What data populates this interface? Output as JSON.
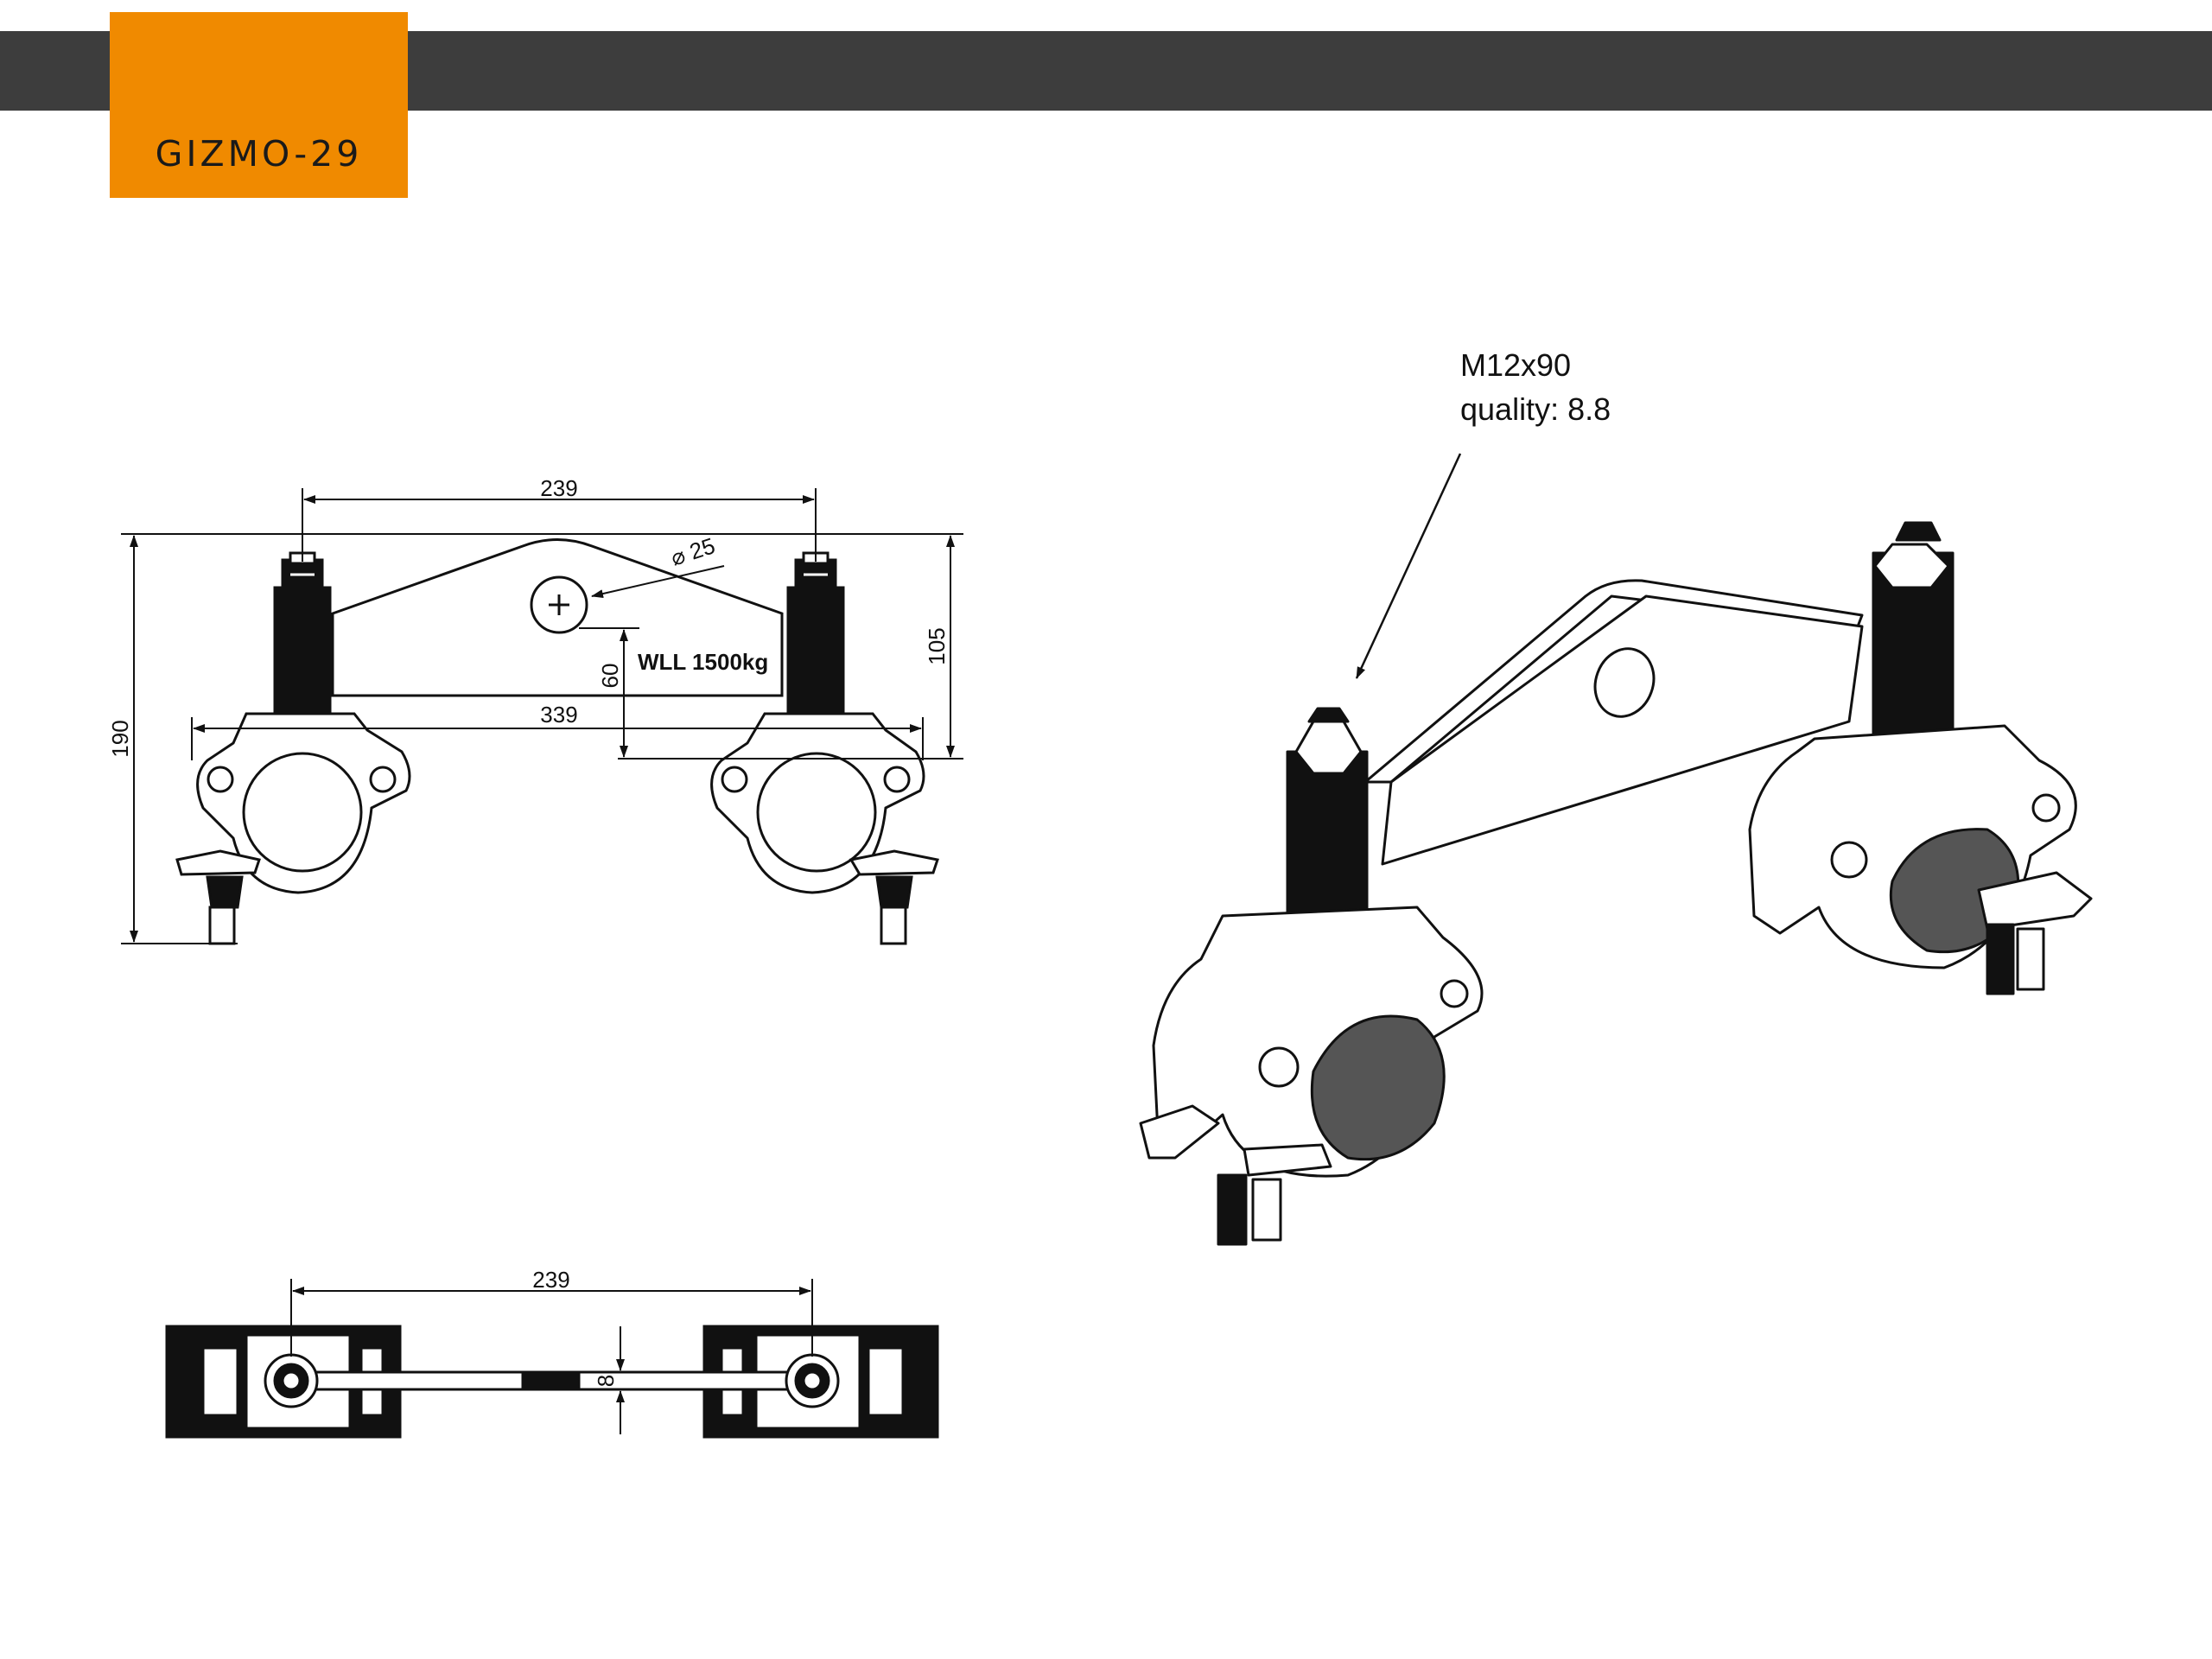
{
  "header": {
    "product_code": "GIZMO-29"
  },
  "colors": {
    "accent": "#f08a00",
    "bar": "#3d3d3d",
    "line": "#111111"
  },
  "front_view": {
    "dim_center_distance": "239",
    "dim_overall_width": "339",
    "dim_overall_height": "190",
    "dim_plate_height": "105",
    "dim_hole_height": "60",
    "hole_diameter": "⌀ 25",
    "wll": "WLL 1500kg"
  },
  "top_view": {
    "dim_center_distance": "239",
    "dim_plate_thickness": "8"
  },
  "iso_view": {
    "bolt_spec": "M12x90",
    "bolt_quality": "quality: 8.8"
  }
}
